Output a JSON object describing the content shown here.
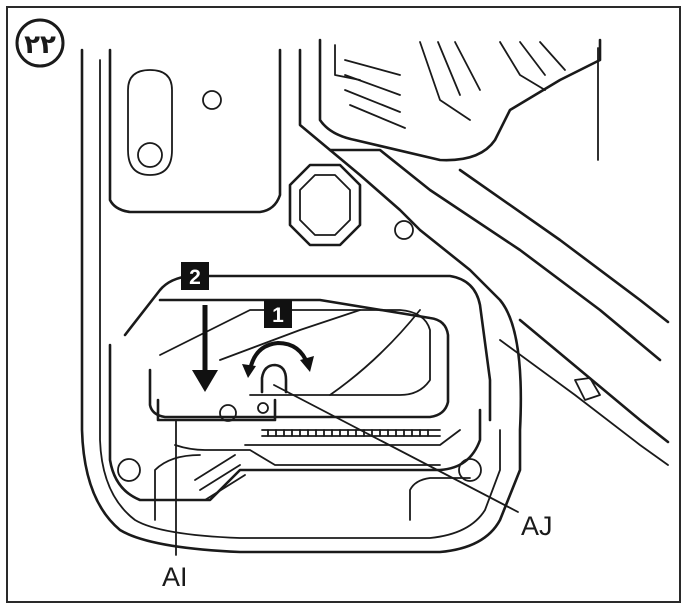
{
  "figure": {
    "step_number": "٢٢",
    "badges": [
      {
        "id": "badge-1",
        "text": "1"
      },
      {
        "id": "badge-2",
        "text": "2"
      }
    ],
    "callouts": [
      {
        "id": "AI",
        "text": "AI"
      },
      {
        "id": "AJ",
        "text": "AJ"
      }
    ]
  },
  "colors": {
    "line": "#1a1a1a",
    "badge_fill": "#111111",
    "background": "#ffffff"
  }
}
